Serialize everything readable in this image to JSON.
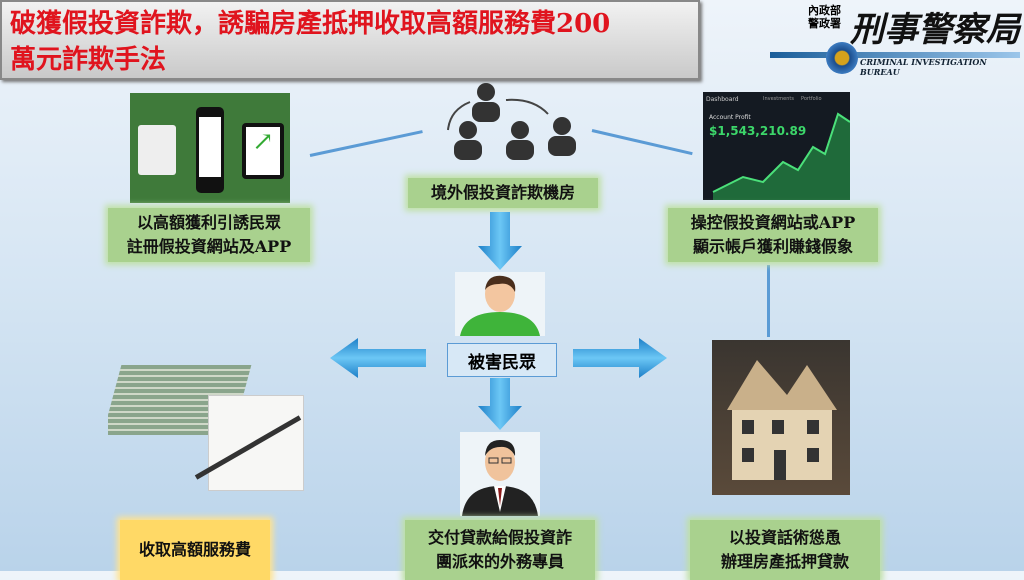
{
  "title": {
    "line1": "破獲假投資詐欺，誘騙房產抵押收取高額服務費200",
    "line2": "萬元詐欺手法"
  },
  "logo": {
    "org_small_1": "內政部",
    "org_small_2": "警政署",
    "org_name": "刑事警察局",
    "org_en": "CRIMINAL INVESTIGATION BUREAU"
  },
  "nodes": {
    "scam_center": "境外假投資詐欺機房",
    "lure": [
      "以高額獲利引誘民眾",
      "註冊假投資網站及APP"
    ],
    "manipulate": [
      "操控假投資網站或APP",
      "顯示帳戶獲利賺錢假象"
    ],
    "victim": "被害民眾",
    "fee": "收取高額服務費",
    "deliver": [
      "交付貸款給假投資詐",
      "團派來的外務專員"
    ],
    "mortgage": [
      "以投資話術慫恿",
      "辦理房產抵押貸款"
    ]
  },
  "dashboard": {
    "tab": "Dashboard",
    "tab2": "Investments",
    "tab3": "Portfolio",
    "label": "Account Profit",
    "value": "$1,543,210.89"
  },
  "colors": {
    "title_red": "#e0141e",
    "label_green": "#a9d18e",
    "label_yellow": "#ffd966",
    "arrow_blue": "#2e9be0"
  }
}
